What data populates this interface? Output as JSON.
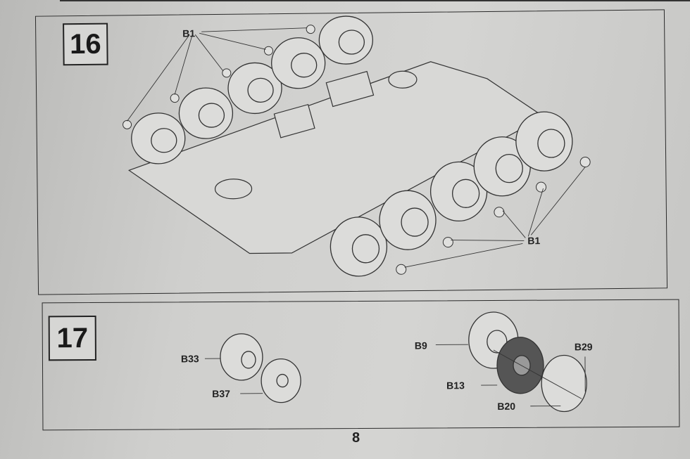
{
  "step16": {
    "number": "16",
    "labels": {
      "b1_top": "B1",
      "b1_bottom": "B1"
    }
  },
  "step17": {
    "number": "17",
    "labels": {
      "b33": "B33",
      "b37": "B37",
      "b9": "B9",
      "b13": "B13",
      "b20": "B20",
      "b29": "B29"
    }
  },
  "page_number": "8"
}
